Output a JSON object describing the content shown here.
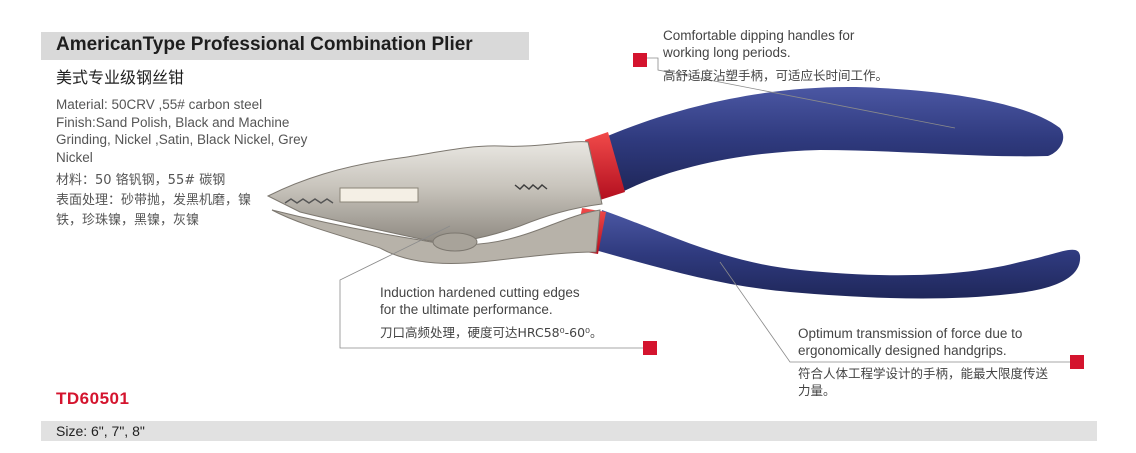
{
  "product": {
    "title": "AmericanType Professional Combination Plier",
    "title_cn": "美式专业级钢丝钳",
    "material": "Material: 50CRV ,55# carbon steel",
    "finish": "Finish:Sand Polish, Black and Machine Grinding, Nickel ,Satin, Black Nickel, Grey Nickel",
    "material_cn": "材料：50 铬钒钢，55# 碳钢",
    "finish_cn": "表面处理：砂带抛，发黑机磨，镍铁，珍珠镍，黑镍，灰镍",
    "model": "TD60501",
    "size": "Size: 6\", 7\", 8\""
  },
  "callouts": {
    "handles": {
      "en": "Comfortable dipping handles for\nworking long periods.",
      "cn": "高舒适度沾塑手柄，可适应长时间工作。"
    },
    "edges": {
      "en": "Induction hardened cutting edges\nfor the ultimate performance.",
      "cn": "刀口高频处理，硬度可达HRC58⁰-60⁰。"
    },
    "grips": {
      "en": "Optimum transmission of force due to\nergonomically designed handgrips.",
      "cn": "符合人体工程学设计的手柄，能最大限度传送力量。"
    }
  },
  "colors": {
    "accent_red": "#d4142e",
    "handle_blue": "#2f3a7e",
    "steel": "#c9c6c0"
  }
}
